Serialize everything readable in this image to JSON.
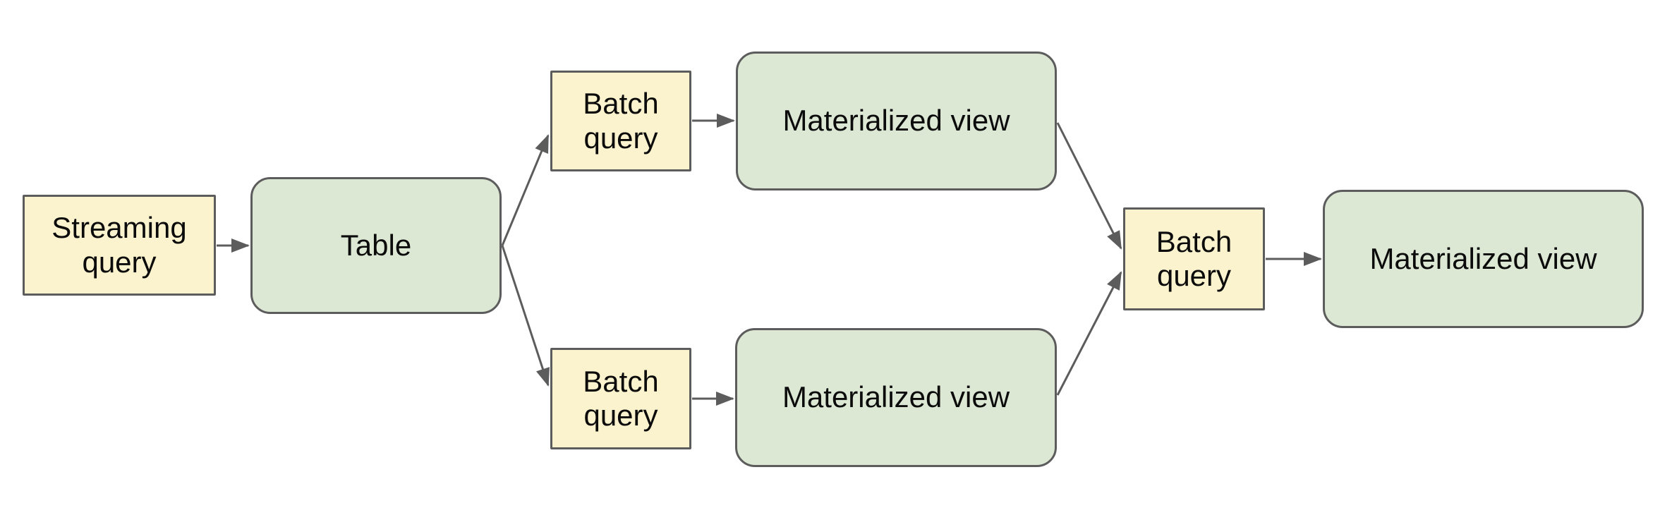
{
  "diagram": {
    "nodes": [
      {
        "id": "streaming-query",
        "label": "Streaming query",
        "shape": "rectangle",
        "fill": "#FBF2CE"
      },
      {
        "id": "table",
        "label": "Table",
        "shape": "rounded-rectangle",
        "fill": "#DCE8D4"
      },
      {
        "id": "batch-query-top",
        "label": "Batch query",
        "shape": "rectangle",
        "fill": "#FBF2CE"
      },
      {
        "id": "materialized-view-top",
        "label": "Materialized view",
        "shape": "rounded-rectangle",
        "fill": "#DCE8D4"
      },
      {
        "id": "batch-query-bottom",
        "label": "Batch query",
        "shape": "rectangle",
        "fill": "#FBF2CE"
      },
      {
        "id": "materialized-view-bottom",
        "label": "Materialized view",
        "shape": "rounded-rectangle",
        "fill": "#DCE8D4"
      },
      {
        "id": "batch-query-merge",
        "label": "Batch query",
        "shape": "rectangle",
        "fill": "#FBF2CE"
      },
      {
        "id": "materialized-view-final",
        "label": "Materialized view",
        "shape": "rounded-rectangle",
        "fill": "#DCE8D4"
      }
    ],
    "edges": [
      {
        "from": "streaming-query",
        "to": "table"
      },
      {
        "from": "table",
        "to": "batch-query-top"
      },
      {
        "from": "batch-query-top",
        "to": "materialized-view-top"
      },
      {
        "from": "table",
        "to": "batch-query-bottom"
      },
      {
        "from": "batch-query-bottom",
        "to": "materialized-view-bottom"
      },
      {
        "from": "materialized-view-top",
        "to": "batch-query-merge"
      },
      {
        "from": "materialized-view-bottom",
        "to": "batch-query-merge"
      },
      {
        "from": "batch-query-merge",
        "to": "materialized-view-final"
      }
    ],
    "colors": {
      "query_box_fill": "#FBF2CE",
      "table_view_fill": "#DCE8D4",
      "border": "#5C5C5C",
      "arrow": "#5C5C5C",
      "text": "#0B0B0B",
      "background": "#FFFFFF"
    }
  }
}
